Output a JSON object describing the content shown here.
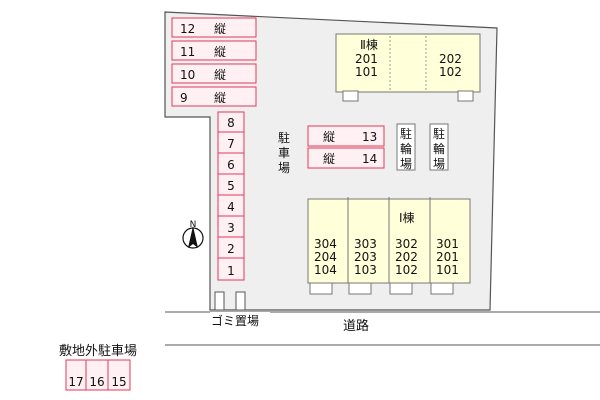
{
  "colors": {
    "lot_fill": "#efefef",
    "lot_stroke": "#555555",
    "parking_fill": "#fff0f3",
    "parking_stroke": "#e0395a",
    "building_fill": "#ffffd9",
    "building_stroke": "#777777",
    "text": "#111111"
  },
  "icons": {
    "compass": "north-arrow-icon"
  },
  "parking_top_rows": [
    "12",
    "11",
    "10",
    "9"
  ],
  "vertical_label": "縦",
  "parking_column": [
    "8",
    "7",
    "6",
    "5",
    "4",
    "3",
    "2",
    "1"
  ],
  "parking_side": [
    {
      "label": "縦",
      "number": "13"
    },
    {
      "label": "縦",
      "number": "14"
    }
  ],
  "parking_label": [
    "駐",
    "車",
    "場"
  ],
  "bicycle_parking_1": [
    "駐",
    "輪",
    "場"
  ],
  "bicycle_parking_2": [
    "駐",
    "輪",
    "場"
  ],
  "building_2": {
    "name": "Ⅱ棟",
    "left_units": [
      "201",
      "101"
    ],
    "right_units": [
      "202",
      "102"
    ]
  },
  "building_1": {
    "name": "Ⅰ棟",
    "columns": [
      [
        "304",
        "204",
        "104"
      ],
      [
        "303",
        "203",
        "103"
      ],
      [
        "302",
        "202",
        "102"
      ],
      [
        "301",
        "201",
        "101"
      ]
    ]
  },
  "compass_label": "N",
  "garbage_label": "ゴミ置場",
  "road_label": "道路",
  "offsite_title": "敷地外駐車場",
  "offsite_spaces": [
    "17",
    "16",
    "15"
  ]
}
